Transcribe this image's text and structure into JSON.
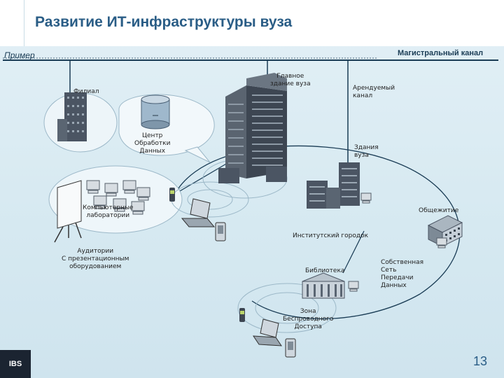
{
  "slide": {
    "title": "Развитие ИТ-инфраструктуры вуза",
    "example_tag": "Пример",
    "backbone_label": "Магистральный канал",
    "page_number": "13"
  },
  "nodes": {
    "branch": "Филиал",
    "main_building": "Главное\nздание вуза",
    "leased_channel": "Арендуемый\nканал",
    "data_center": "Центр\nОбработки\nДанных",
    "university_buildings": "Здания\nвуза",
    "computer_labs": "Компьютерные\nлаборатории",
    "dormitory": "Общежитие",
    "campus": "Институтский городок",
    "auditoriums": "Аудитории\nС презентационным\nоборудованием",
    "library": "Библиотека",
    "own_network": "Собственная\nСеть\nПередачи\nДанных",
    "wireless_zone": "Зона\nБеспроводного\nДоступа"
  },
  "logo": {
    "text": "IBS"
  },
  "colors": {
    "title": "#2a5d86",
    "background": "#d6e9f1",
    "backbone": "#1a3c55",
    "building": "#4b5563",
    "logo_bg": "#1b2431"
  }
}
